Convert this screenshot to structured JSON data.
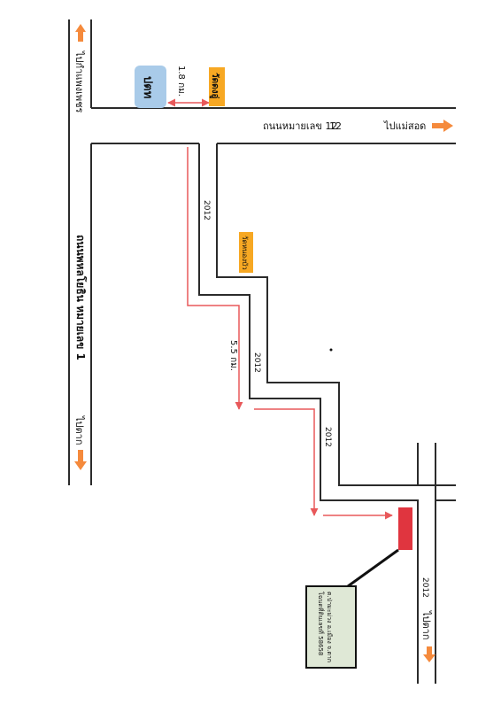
{
  "roads": {
    "highway_1": "ถนนพหลโยธิน หมายเลข 1",
    "highway_12": "ถนนหมายเลข 12",
    "route_2012": "2012"
  },
  "directions": {
    "to_kamphaeng_phet": "ไปกำแพงเพชร",
    "to_tak_left": "ไปตาก",
    "to_mae_sot": "ไปแม่สอด",
    "to_tak_bottom": "ไปตาก"
  },
  "places": {
    "post_office": "ปตท",
    "wat_dong_u": "วัดดงอู่",
    "wat_nong_bua": "วัดหนองบัว",
    "school_line1": "โฉนดที่ดินเลขที่ 58658",
    "school_line2": "ต.ป่ามะม่วง อ.เมือง จ.ตาก"
  },
  "distances": {
    "d1": "1.8 กม.",
    "d2": "5.5 กม."
  },
  "colors": {
    "road_outline": "#2b2b2b",
    "route_line": "#e8585a",
    "arrow_orange": "#f58a3c",
    "place_orange": "#f7a823",
    "post_office_blue": "#a9cbe9",
    "target_red": "#e0353f",
    "callout_fill": "#dfe8d6"
  }
}
